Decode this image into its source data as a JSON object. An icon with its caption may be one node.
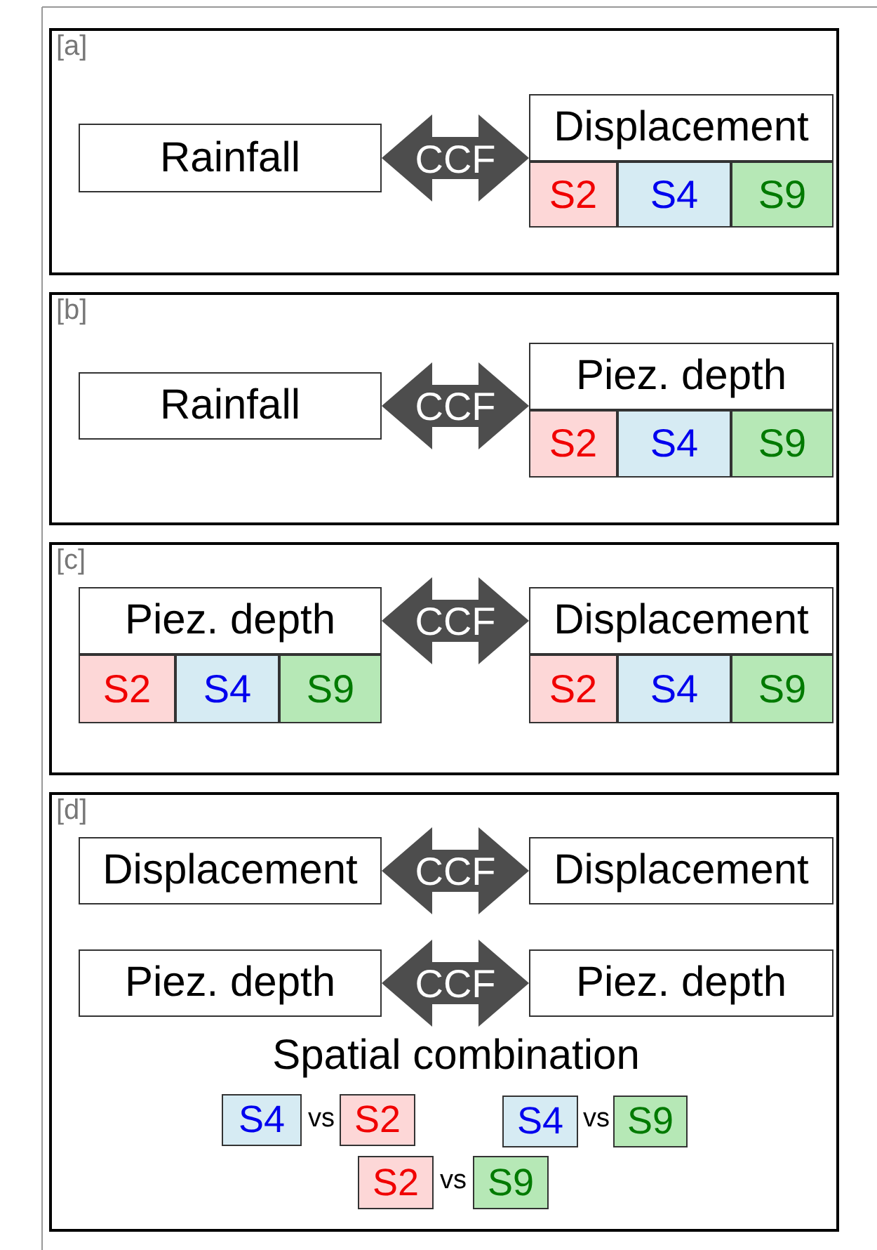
{
  "diagram": {
    "nodes": [
      {
        "text": [
          "[a]"
        ]
      },
      {
        "text": [
          "Rainfall"
        ],
        "in": 0
      },
      {
        "text": [
          "Displacement"
        ],
        "in": 0
      },
      {
        "text": [
          "S2"
        ],
        "in": 0
      },
      {
        "text": [
          "S4"
        ],
        "in": 0
      },
      {
        "text": [
          "S9"
        ],
        "in": 0
      },
      {
        "text": [
          "[b]"
        ]
      },
      {
        "text": [
          "Rainfall"
        ],
        "in": 6
      },
      {
        "text": [
          "Piez. depth"
        ],
        "in": 6
      },
      {
        "text": [
          "S2"
        ],
        "in": 6
      },
      {
        "text": [
          "S4"
        ],
        "in": 6
      },
      {
        "text": [
          "S9"
        ],
        "in": 6
      },
      {
        "text": [
          "[c]"
        ]
      },
      {
        "text": [
          "Piez. depth"
        ],
        "in": 12
      },
      {
        "text": [
          "S2"
        ],
        "in": 12
      },
      {
        "text": [
          "S4"
        ],
        "in": 12
      },
      {
        "text": [
          "S9"
        ],
        "in": 12
      },
      {
        "text": [
          "Displacement"
        ],
        "in": 12
      },
      {
        "text": [
          "S2"
        ],
        "in": 12
      },
      {
        "text": [
          "S4"
        ],
        "in": 12
      },
      {
        "text": [
          "S9"
        ],
        "in": 12
      },
      {
        "text": [
          "[d]"
        ]
      },
      {
        "text": [
          "Displacement"
        ],
        "in": 21
      },
      {
        "text": [
          "Displacement"
        ],
        "in": 21
      },
      {
        "text": [
          "Piez. depth"
        ],
        "in": 21
      },
      {
        "text": [
          "Piez. depth"
        ],
        "in": 21
      },
      {
        "text": [
          "S4"
        ],
        "in": 21
      },
      {
        "text": [
          "S2"
        ],
        "in": 21
      },
      {
        "text": [
          "S4"
        ],
        "in": 21
      },
      {
        "text": [
          "S9"
        ],
        "in": 21
      },
      {
        "text": [
          "S2"
        ],
        "in": 21
      },
      {
        "text": [
          "S9"
        ],
        "in": 21
      }
    ],
    "edges": [
      {
        "from": 1,
        "to": 2,
        "arrow": "both",
        "label": "CCF"
      },
      {
        "from": 7,
        "to": 8,
        "arrow": "both",
        "label": "CCF"
      },
      {
        "from": 13,
        "to": 17,
        "arrow": "both",
        "label": "CCF"
      },
      {
        "from": 22,
        "to": 23,
        "arrow": "both",
        "label": "CCF"
      },
      {
        "from": 24,
        "to": 25,
        "arrow": "both",
        "label": "CCF"
      }
    ],
    "labels": [
      "Spatial combination",
      "vs",
      "vs",
      "vs"
    ]
  }
}
